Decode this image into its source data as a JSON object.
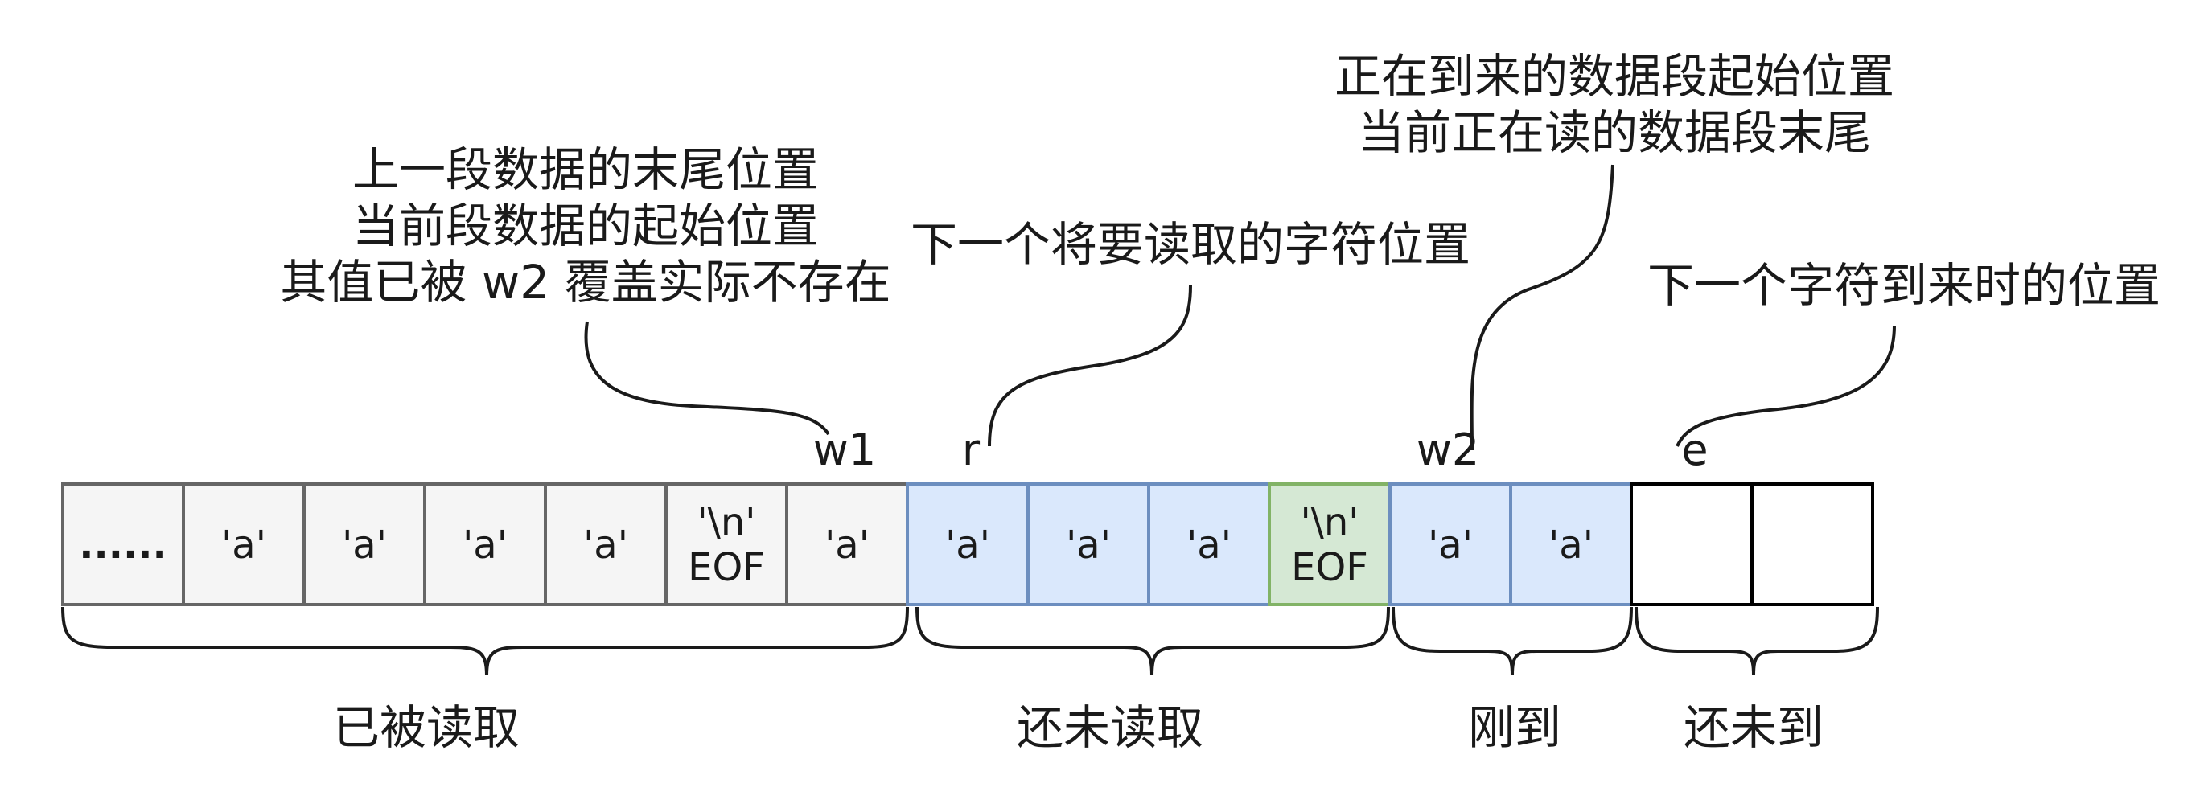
{
  "cells": [
    {
      "text": "......",
      "fill": "#f5f5f5",
      "stroke": "#666666",
      "bold": true
    },
    {
      "text": "'a'",
      "fill": "#f5f5f5",
      "stroke": "#666666"
    },
    {
      "text": "'a'",
      "fill": "#f5f5f5",
      "stroke": "#666666"
    },
    {
      "text": "'a'",
      "fill": "#f5f5f5",
      "stroke": "#666666"
    },
    {
      "text": "'a'",
      "fill": "#f5f5f5",
      "stroke": "#666666"
    },
    {
      "text": "'\\n'\nEOF",
      "fill": "#f5f5f5",
      "stroke": "#666666"
    },
    {
      "text": "'a'",
      "fill": "#f5f5f5",
      "stroke": "#666666"
    },
    {
      "text": "'a'",
      "fill": "#dae8fc",
      "stroke": "#6c8ebf"
    },
    {
      "text": "'a'",
      "fill": "#dae8fc",
      "stroke": "#6c8ebf"
    },
    {
      "text": "'a'",
      "fill": "#dae8fc",
      "stroke": "#6c8ebf"
    },
    {
      "text": "'\\n'\nEOF",
      "fill": "#d5e8d4",
      "stroke": "#82b366"
    },
    {
      "text": "'a'",
      "fill": "#dae8fc",
      "stroke": "#6c8ebf"
    },
    {
      "text": "'a'",
      "fill": "#dae8fc",
      "stroke": "#6c8ebf"
    },
    {
      "text": "",
      "fill": "#ffffff",
      "stroke": "#000000"
    },
    {
      "text": "",
      "fill": "#ffffff",
      "stroke": "#000000"
    }
  ],
  "pointers": {
    "w1": "w1",
    "r": "r",
    "w2": "w2",
    "e": "e"
  },
  "annotations": {
    "w1": [
      "上一段数据的末尾位置",
      "当前段数据的起始位置",
      "其值已被 w2 覆盖实际不存在"
    ],
    "r": [
      "下一个将要读取的字符位置"
    ],
    "w2": [
      "正在到来的数据段起始位置",
      "当前正在读的数据段末尾"
    ],
    "e": [
      "下一个字符到来时的位置"
    ]
  },
  "groups": {
    "read": "已被读取",
    "unread": "还未读取",
    "just_arrived": "刚到",
    "not_arrived": "还未到"
  }
}
